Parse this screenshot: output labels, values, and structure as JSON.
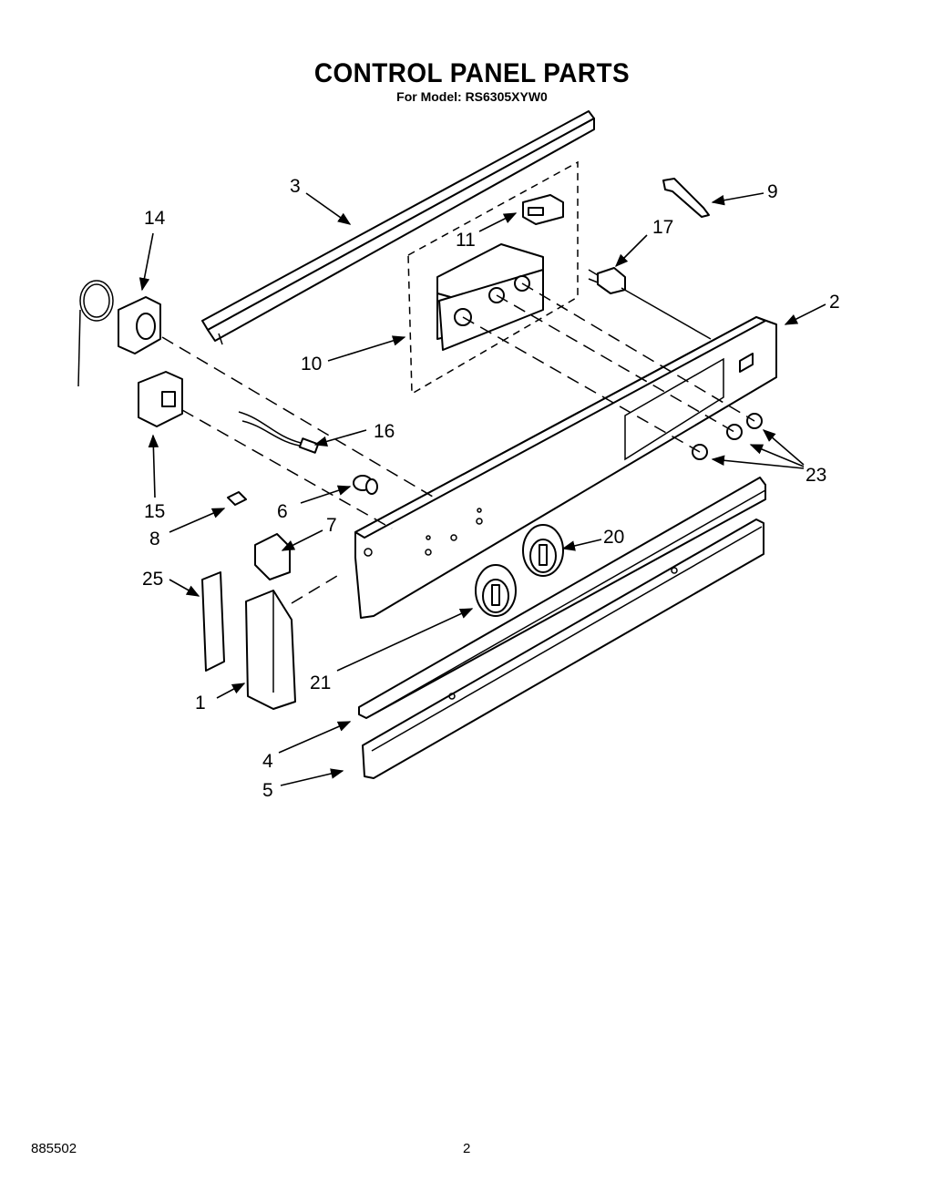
{
  "title": "CONTROL PANEL PARTS",
  "subtitle": "For Model: RS6305XYW0",
  "footer": {
    "doc_number": "885502",
    "page_number": "2"
  },
  "callouts": [
    "1",
    "2",
    "3",
    "4",
    "5",
    "6",
    "7",
    "8",
    "9",
    "10",
    "11",
    "14",
    "15",
    "16",
    "17",
    "20",
    "21",
    "23",
    "25"
  ]
}
